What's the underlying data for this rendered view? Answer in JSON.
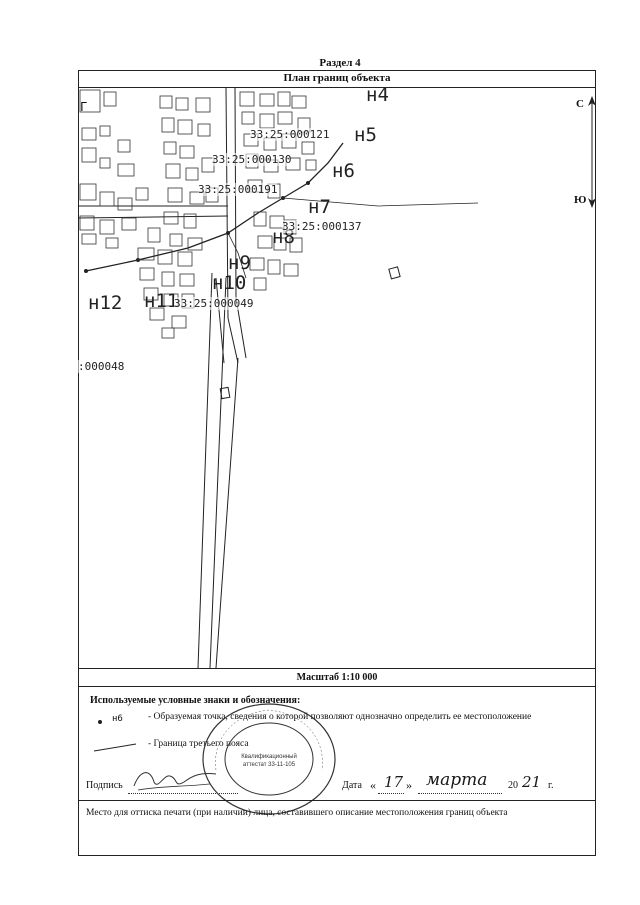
{
  "header": {
    "section": "Раздел 4",
    "title": "План границ объекта"
  },
  "map": {
    "compass_north": "С",
    "compass_south": "Ю",
    "quarter_labels": [
      "33:25:000121",
      "33:25:000130",
      "33:25:000191",
      "33:25:000137",
      "33:25:000049",
      ":000048"
    ],
    "point_labels": [
      "н5",
      "н6",
      "н7",
      "н8",
      "н9",
      "н10",
      "н11",
      "н12",
      "н4"
    ],
    "corner_label": "Г"
  },
  "scale": "Масштаб 1:10 000",
  "legend": {
    "heading": "Используемые условные знаки и обозначения:",
    "items": [
      {
        "symbol": "н6",
        "text": "- Образуемая точка, сведения о которой позволяют однозначно определить ее местоположение"
      },
      {
        "symbol": "",
        "text": "- Граница третьего пояса"
      }
    ]
  },
  "signature": {
    "label": "Подпись",
    "date_label": "Дата",
    "day": "17",
    "month": "марта",
    "year_prefix": "20",
    "year_suffix": "21",
    "year_unit": "г."
  },
  "stamp": {
    "outer_text": "Кадастровый инженер Романов Александр Николаевич",
    "inner_text": "Квалификационный аттестат 33-11-105"
  },
  "footer": {
    "seal_place": "Место для оттиска печати (при наличии) лица, составившего описание местоположения границ объекта"
  }
}
